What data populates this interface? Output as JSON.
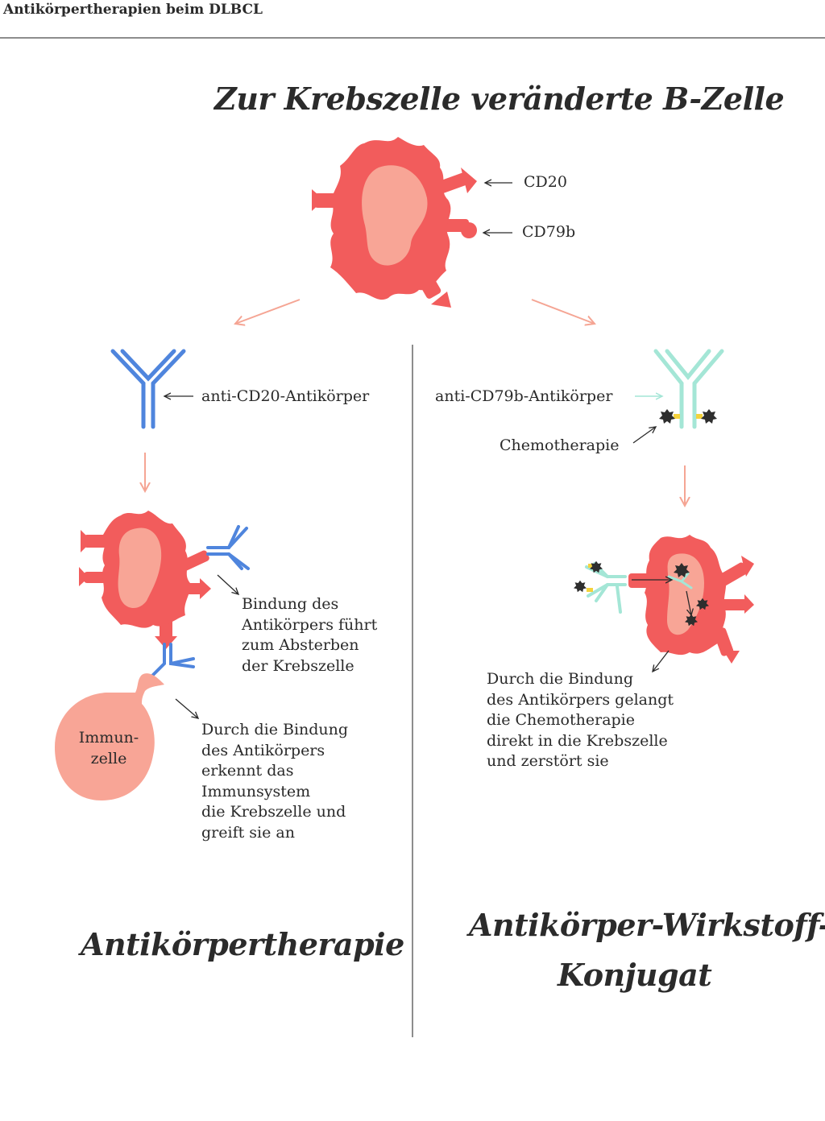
{
  "header": {
    "title": "Antikörpertherapien beim DLBCL"
  },
  "diagram": {
    "main_title": "Zur Krebszelle veränderte B-Zelle",
    "receptor_cd20": "CD20",
    "receptor_cd79b": "CD79b",
    "left": {
      "antibody_label": "anti-CD20-Antikörper",
      "binding_text": "Bindung des\nAntikörpers führt\nzum Absterben\nder Krebszelle",
      "immune_cell_label": "Immun-\nzelle",
      "immune_text": "Durch die Bindung\ndes Antikörpers\nerkennt das\nImmunsystem\ndie Krebszelle und\ngreift sie an",
      "heading": "Antikörpertherapie"
    },
    "right": {
      "antibody_label": "anti-CD79b-Antikörper",
      "chemo_label": "Chemotherapie",
      "effect_text": "Durch die Bindung\ndes Antikörpers gelangt\ndie Chemotherapie\ndirekt in die Krebszelle\nund zerstört sie",
      "heading_line1": "Antikörper-Wirkstoff-",
      "heading_line2": "Konjugat"
    },
    "colors": {
      "cell": "#f25c5c",
      "nucleus": "#f8a596",
      "immune_cell": "#f8a596",
      "anti_cd20": "#4f85dd",
      "anti_cd79b": "#a4e6d6",
      "drug": "#2e2e2e",
      "linker": "#f4d23c",
      "flow_arrow": "#f5a594",
      "divider": "#8d8d8d"
    }
  }
}
